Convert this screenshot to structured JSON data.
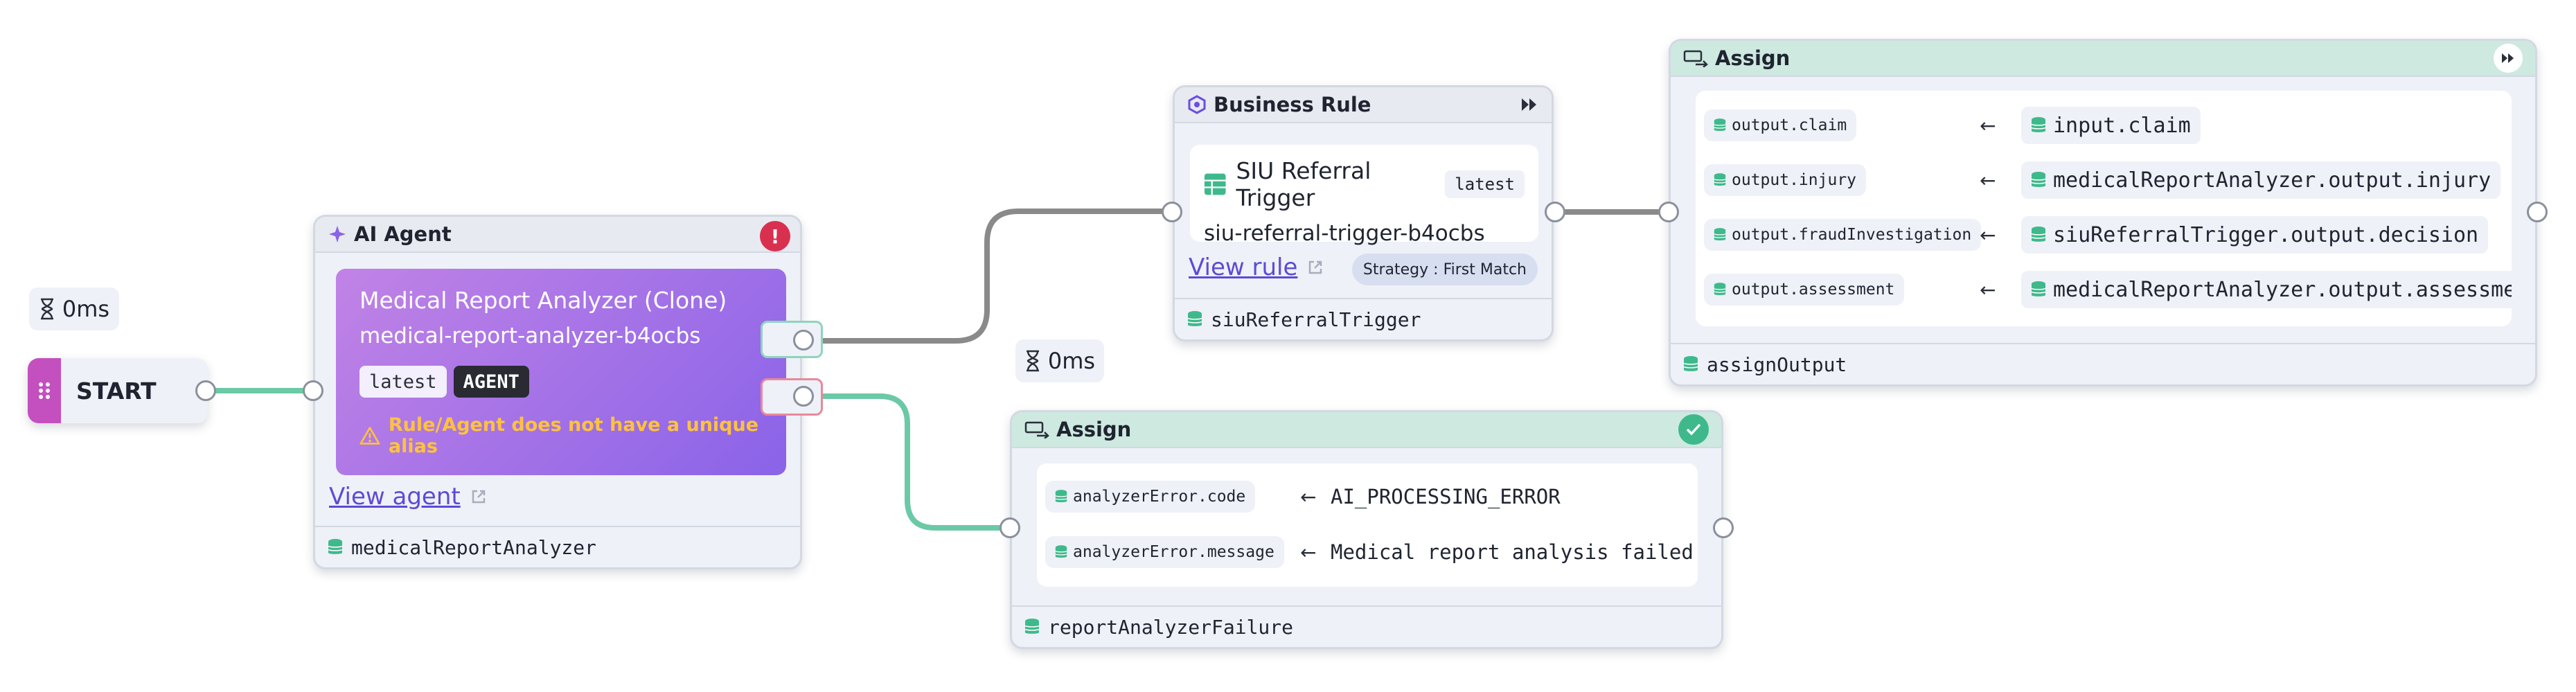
{
  "timers": {
    "start_delay": "0ms",
    "assign_delay": "0ms"
  },
  "start": {
    "label": "START"
  },
  "ai_agent": {
    "header": "AI Agent",
    "name": "Medical Report Analyzer (Clone)",
    "slug": "medical-report-analyzer-b4ocbs",
    "version_tag": "latest",
    "type_tag": "AGENT",
    "warning": "Rule/Agent does not have a unique alias",
    "link": "View agent",
    "output_var": "medicalReportAnalyzer",
    "error_badge": "!"
  },
  "business_rule": {
    "header": "Business Rule",
    "name": "SIU Referral Trigger",
    "version_tag": "latest",
    "slug": "siu-referral-trigger-b4ocbs",
    "link": "View rule",
    "strategy": "Strategy : First Match",
    "output_var": "siuReferralTrigger"
  },
  "assign_output": {
    "header": "Assign",
    "rows": [
      {
        "target": "output.claim",
        "source": "input.claim"
      },
      {
        "target": "output.injury",
        "source": "medicalReportAnalyzer.output.injury"
      },
      {
        "target": "output.fraudInvestigation",
        "source": "siuReferralTrigger.output.decision"
      },
      {
        "target": "output.assessment",
        "source": "medicalReportAnalyzer.output.assessment"
      }
    ],
    "output_var": "assignOutput"
  },
  "assign_failure": {
    "header": "Assign",
    "rows": [
      {
        "target": "analyzerError.code",
        "source": "AI_PROCESSING_ERROR"
      },
      {
        "target": "analyzerError.message",
        "source": "Medical report analysis failed."
      }
    ],
    "output_var": "reportAnalyzerFailure"
  },
  "colors": {
    "agent_gradient_start": "#c183e6",
    "agent_gradient_end": "#8a63e8",
    "assign_header": "#cde9e0",
    "success_edge": "#6bc9a6",
    "default_edge": "#8a8a8a",
    "warning": "#ffb020",
    "error": "#d9304f",
    "start_handle": "#c44fbf"
  }
}
